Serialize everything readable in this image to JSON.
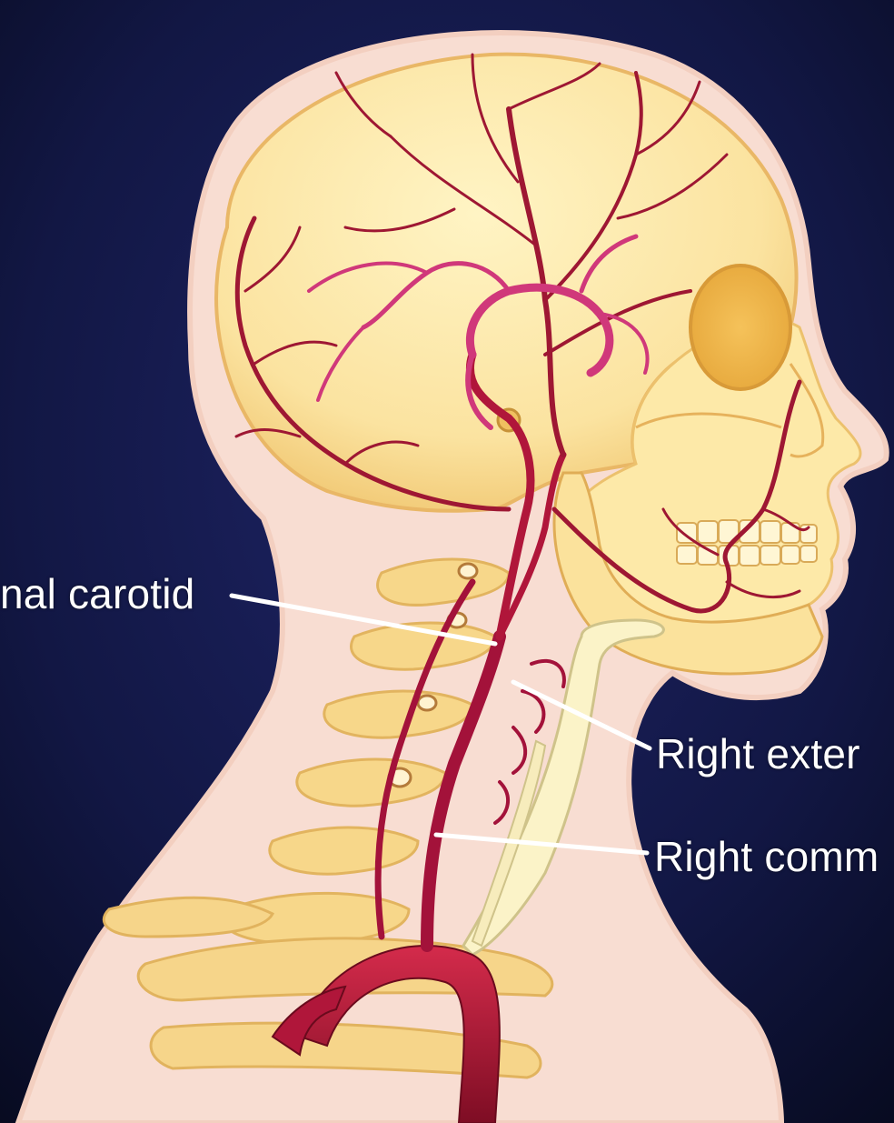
{
  "labels": {
    "internal": "nal carotid",
    "external": "Right exter",
    "common": "Right comm"
  },
  "colors": {
    "background": "#0d1030",
    "skin_outline": "#f6d9cf",
    "skull": "#fbe6a1",
    "bone": "#f4cf7a",
    "artery": "#b0163a",
    "vessel_pink": "#d23a7a",
    "trachea": "#fbf3c8",
    "leader_line": "#ffffff"
  }
}
